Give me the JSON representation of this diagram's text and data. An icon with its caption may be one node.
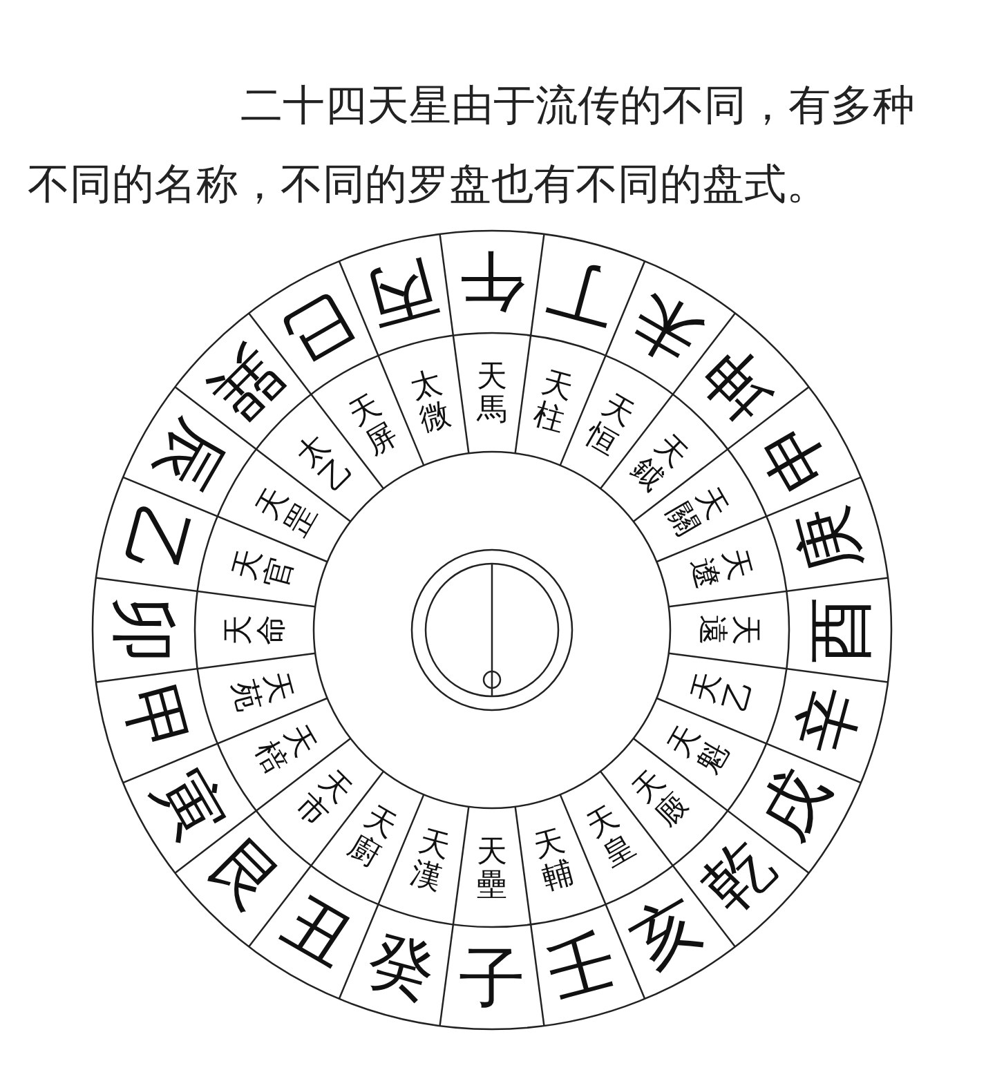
{
  "diagram": {
    "title": "二十四天星由于流传的不同，有多种不同的名称，不同的罗盘也有不同的盘式。",
    "nodes": [
      {
        "text": [
          "午"
        ]
      },
      {
        "text": [
          "丁"
        ]
      },
      {
        "text": [
          "未"
        ]
      },
      {
        "text": [
          "坤"
        ]
      },
      {
        "text": [
          "申"
        ]
      },
      {
        "text": [
          "庚"
        ]
      },
      {
        "text": [
          "酉"
        ]
      },
      {
        "text": [
          "辛"
        ]
      },
      {
        "text": [
          "戌"
        ]
      },
      {
        "text": [
          "乾"
        ]
      },
      {
        "text": [
          "亥"
        ]
      },
      {
        "text": [
          "壬"
        ]
      },
      {
        "text": [
          "子"
        ]
      },
      {
        "text": [
          "癸"
        ]
      },
      {
        "text": [
          "丑"
        ]
      },
      {
        "text": [
          "艮"
        ]
      },
      {
        "text": [
          "寅"
        ]
      },
      {
        "text": [
          "甲"
        ]
      },
      {
        "text": [
          "卯"
        ]
      },
      {
        "text": [
          "乙"
        ]
      },
      {
        "text": [
          "辰"
        ]
      },
      {
        "text": [
          "巽"
        ]
      },
      {
        "text": [
          "巳"
        ]
      },
      {
        "text": [
          "丙"
        ]
      },
      {
        "text": [
          "天馬"
        ]
      },
      {
        "text": [
          "天柱"
        ]
      },
      {
        "text": [
          "天恒"
        ]
      },
      {
        "text": [
          "天鉞"
        ]
      },
      {
        "text": [
          "天關"
        ]
      },
      {
        "text": [
          "天遼"
        ]
      },
      {
        "text": [
          "天遠"
        ]
      },
      {
        "text": [
          "天乙"
        ]
      },
      {
        "text": [
          "天魁"
        ]
      },
      {
        "text": [
          "天廄"
        ]
      },
      {
        "text": [
          "天皇"
        ]
      },
      {
        "text": [
          "天輔"
        ]
      },
      {
        "text": [
          "天壘"
        ]
      },
      {
        "text": [
          "天漢"
        ]
      },
      {
        "text": [
          "天廚"
        ]
      },
      {
        "text": [
          "天市"
        ]
      },
      {
        "text": [
          "天棓"
        ]
      },
      {
        "text": [
          "天苑"
        ]
      },
      {
        "text": [
          "天命"
        ]
      },
      {
        "text": [
          "天官"
        ]
      },
      {
        "text": [
          "天罡"
        ]
      },
      {
        "text": [
          "太乙"
        ]
      },
      {
        "text": [
          "天屏"
        ]
      },
      {
        "text": [
          "太微"
        ]
      }
    ]
  }
}
